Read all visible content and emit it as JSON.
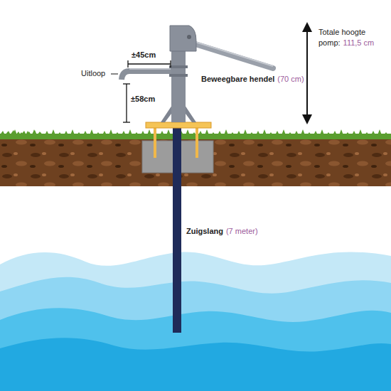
{
  "diagram": {
    "labels": [
      "±45cm",
      "Uitloop",
      "±58cm",
      "Beweegbare hendel",
      "(70 cm)",
      "Totale hoogte pomp:",
      "111,5 cm",
      "Zuigslang",
      "(7 meter)"
    ]
  }
}
